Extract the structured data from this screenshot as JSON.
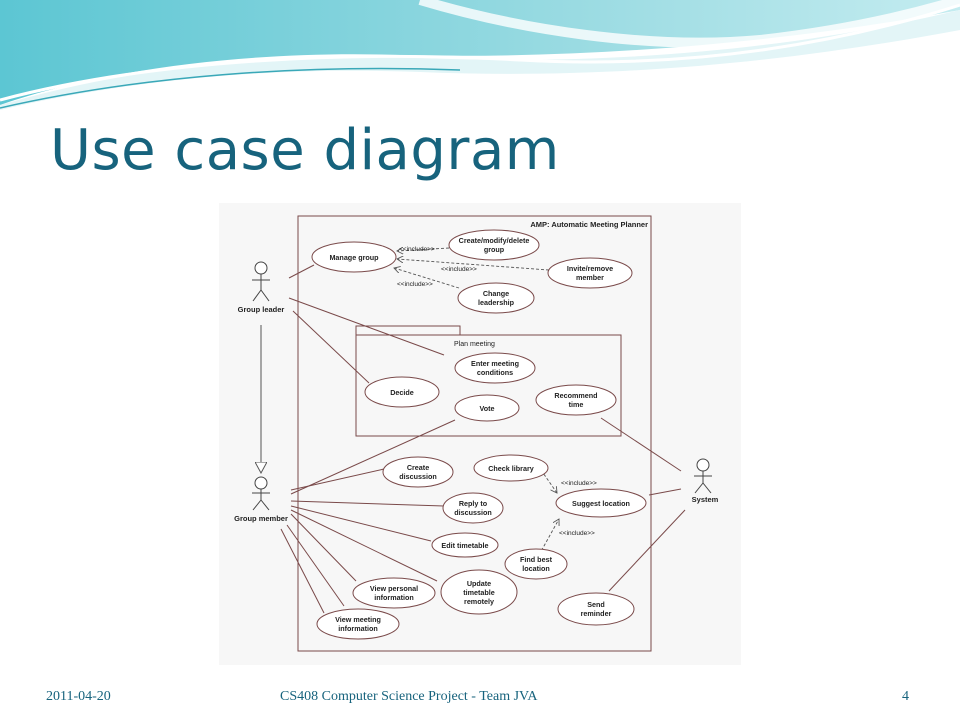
{
  "slide": {
    "title": "Use case diagram",
    "footer_date": "2011-04-20",
    "footer_center": "CS408 Computer Science Project - Team JVA",
    "page_number": "4"
  },
  "diagram": {
    "system_boundary": "AMP: Automatic Meeting Planner",
    "package_label": "Plan meeting",
    "actors": {
      "group_leader": "Group leader",
      "group_member": "Group member",
      "system": "System"
    },
    "use_cases": {
      "manage_group": "Manage group",
      "create_group": [
        "Create/modify/delete",
        "group"
      ],
      "invite_remove": [
        "Invite/remove",
        "member"
      ],
      "change_leadership": [
        "Change",
        "leadership"
      ],
      "enter_conditions": [
        "Enter meeting",
        "conditions"
      ],
      "decide": "Decide",
      "vote": "Vote",
      "recommend_time": [
        "Recommend",
        "time"
      ],
      "create_discussion": [
        "Create",
        "discussion"
      ],
      "check_library": "Check library",
      "reply_discussion": [
        "Reply to",
        "discussion"
      ],
      "suggest_location": "Suggest location",
      "edit_timetable": "Edit timetable",
      "find_best_location": [
        "Find best",
        "location"
      ],
      "update_timetable": [
        "Update",
        "timetable",
        "remotely"
      ],
      "view_personal": [
        "View personal",
        "information"
      ],
      "view_meeting": [
        "View meeting",
        "information"
      ],
      "send_reminder": [
        "Send",
        "reminder"
      ]
    },
    "include_label": "<<include>>"
  }
}
